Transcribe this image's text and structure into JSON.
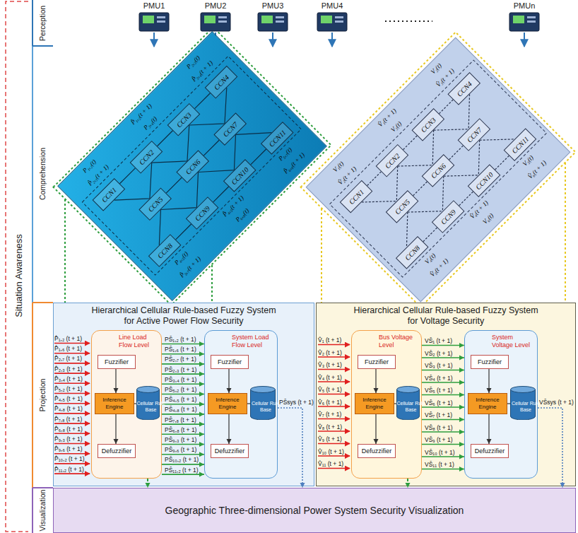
{
  "diagram": {
    "nodes": [
      {
        "text": [
          "CCN1"
        ]
      },
      {
        "text": [
          "CCN2"
        ]
      },
      {
        "text": [
          "CCN3"
        ]
      },
      {
        "text": [
          "CCN4"
        ]
      },
      {
        "text": [
          "CCN5"
        ]
      },
      {
        "text": [
          "CCN6"
        ]
      },
      {
        "text": [
          "CCN7"
        ]
      },
      {
        "text": [
          "CCN8"
        ]
      },
      {
        "text": [
          "CCN9"
        ]
      },
      {
        "text": [
          "CCN10"
        ]
      },
      {
        "text": [
          "CCN11"
        ]
      },
      {
        "text": [
          "CCN1"
        ]
      },
      {
        "text": [
          "CCN2"
        ]
      },
      {
        "text": [
          "CCN3"
        ]
      },
      {
        "text": [
          "CCN4"
        ]
      },
      {
        "text": [
          "CCN5"
        ]
      },
      {
        "text": [
          "CCN6"
        ]
      },
      {
        "text": [
          "CCN7"
        ]
      },
      {
        "text": [
          "CCN8"
        ]
      },
      {
        "text": [
          "CCN9"
        ]
      },
      {
        "text": [
          "CCN10"
        ]
      },
      {
        "text": [
          "CCN11"
        ]
      },
      {
        "text": [
          "Hierarchical Cellular Rule-based Fuzzy System for Active Power Flow Security"
        ]
      },
      {
        "text": [
          "Line Load Flow Level"
        ],
        "in": 22
      },
      {
        "text": [
          "Fuzzifier"
        ],
        "in": 23
      },
      {
        "text": [
          "Inference Engine"
        ],
        "in": 23
      },
      {
        "text": [
          "Cellular Rule Base"
        ],
        "in": 23
      },
      {
        "text": [
          "Defuzzifier"
        ],
        "in": 23
      },
      {
        "text": [
          "System Load Flow Level"
        ],
        "in": 22
      },
      {
        "text": [
          "Fuzzifier"
        ],
        "in": 28
      },
      {
        "text": [
          "Inference Engine"
        ],
        "in": 28
      },
      {
        "text": [
          "Cellular Rule Base"
        ],
        "in": 28
      },
      {
        "text": [
          "Defuzzifier"
        ],
        "in": 28
      },
      {
        "text": [
          "Hierarchical Cellular Rule-based Fuzzy System for Voltage Security"
        ]
      },
      {
        "text": [
          "Bus Voltage Level"
        ],
        "in": 33
      },
      {
        "text": [
          "Fuzzifier"
        ],
        "in": 34
      },
      {
        "text": [
          "Inference Engine"
        ],
        "in": 34
      },
      {
        "text": [
          "Cellular Rule Base"
        ],
        "in": 34
      },
      {
        "text": [
          "Defuzzifier"
        ],
        "in": 34
      },
      {
        "text": [
          "System Voltage Level"
        ],
        "in": 33
      },
      {
        "text": [
          "Fuzzifier"
        ],
        "in": 39
      },
      {
        "text": [
          "Inference Engine"
        ],
        "in": 39
      },
      {
        "text": [
          "Cellular Rule Base"
        ],
        "in": 39
      },
      {
        "text": [
          "Defuzzifier"
        ],
        "in": 39
      },
      {
        "text": [
          "Geographic Three-dimensional Power System Security Visualization"
        ]
      }
    ],
    "edges": [
      {
        "from": 24,
        "to": 25,
        "arrow": "to"
      },
      {
        "from": 25,
        "to": 27,
        "arrow": "to"
      },
      {
        "from": 26,
        "to": 25,
        "arrow": "none"
      },
      {
        "from": 29,
        "to": 30,
        "arrow": "to"
      },
      {
        "from": 30,
        "to": 32,
        "arrow": "to"
      },
      {
        "from": 31,
        "to": 30,
        "arrow": "none"
      },
      {
        "from": 35,
        "to": 36,
        "arrow": "to"
      },
      {
        "from": 36,
        "to": 38,
        "arrow": "to"
      },
      {
        "from": 37,
        "to": 36,
        "arrow": "none"
      },
      {
        "from": 40,
        "to": 41,
        "arrow": "to"
      },
      {
        "from": 41,
        "to": 43,
        "arrow": "to"
      },
      {
        "from": 42,
        "to": 41,
        "arrow": "none"
      },
      {
        "from": 23,
        "to": 28,
        "arrow": "to",
        "label": "PŜ₁,₂ (t + 1)"
      },
      {
        "from": 23,
        "to": 28,
        "arrow": "to",
        "label": "PŜ₁,₆ (t + 1)"
      },
      {
        "from": 23,
        "to": 28,
        "arrow": "to",
        "label": "PŜ₂,₇ (t + 1)"
      },
      {
        "from": 23,
        "to": 28,
        "arrow": "to",
        "label": "PŜ₂,₃ (t + 1)"
      },
      {
        "from": 23,
        "to": 28,
        "arrow": "to",
        "label": "PŜ₃,₄ (t + 1)"
      },
      {
        "from": 23,
        "to": 28,
        "arrow": "to",
        "label": "PŜ₅,₂ (t + 1)"
      },
      {
        "from": 23,
        "to": 28,
        "arrow": "to",
        "label": "PŜ₄,₅ (t + 1)"
      },
      {
        "from": 23,
        "to": 28,
        "arrow": "to",
        "label": "PŜ₄,₈ (t + 1)"
      },
      {
        "from": 23,
        "to": 28,
        "arrow": "to",
        "label": "PŜ₇,₈ (t + 1)"
      },
      {
        "from": 23,
        "to": 28,
        "arrow": "to",
        "label": "PŜ₆,₈ (t + 1)"
      },
      {
        "from": 23,
        "to": 28,
        "arrow": "to",
        "label": "PŜ₉,₃ (t + 1)"
      },
      {
        "from": 23,
        "to": 28,
        "arrow": "to",
        "label": "PŜ₉,₆ (t + 1)"
      },
      {
        "from": 23,
        "to": 28,
        "arrow": "to",
        "label": "PŜ₁₀,₂ (t + 1)"
      },
      {
        "from": 23,
        "to": 28,
        "arrow": "to",
        "label": "PŜ₁₁,₂ (t + 1)"
      },
      {
        "from": 23,
        "to": 44,
        "arrow": "to"
      },
      {
        "from": 28,
        "to": 44,
        "arrow": "to",
        "label": "PŜsys (t + 1)"
      },
      {
        "from": 34,
        "to": 39,
        "arrow": "to",
        "label": "VŜ₁ (t + 1)"
      },
      {
        "from": 34,
        "to": 39,
        "arrow": "to",
        "label": "VŜ₂ (t + 1)"
      },
      {
        "from": 34,
        "to": 39,
        "arrow": "to",
        "label": "VŜ₃ (t + 1)"
      },
      {
        "from": 34,
        "to": 39,
        "arrow": "to",
        "label": "VŜ₄ (t + 1)"
      },
      {
        "from": 34,
        "to": 39,
        "arrow": "to",
        "label": "VŜ₅ (t + 1)"
      },
      {
        "from": 34,
        "to": 39,
        "arrow": "to",
        "label": "VŜ₆ (t + 1)"
      },
      {
        "from": 34,
        "to": 39,
        "arrow": "to",
        "label": "VŜ₇ (t + 1)"
      },
      {
        "from": 34,
        "to": 39,
        "arrow": "to",
        "label": "VŜ₈ (t + 1)"
      },
      {
        "from": 34,
        "to": 39,
        "arrow": "to",
        "label": "VŜ₉ (t + 1)"
      },
      {
        "from": 34,
        "to": 39,
        "arrow": "to",
        "label": "VŜ₁₀ (t + 1)"
      },
      {
        "from": 34,
        "to": 39,
        "arrow": "to",
        "label": "VŜ₁₁ (t + 1)"
      },
      {
        "from": 34,
        "to": 44,
        "arrow": "to"
      },
      {
        "from": 39,
        "to": 44,
        "arrow": "to",
        "label": "VŜsys (t + 1)"
      }
    ],
    "labels": [
      "Situation Awareness",
      "Perception",
      "Comprehension",
      "Projection",
      "Visualization",
      "PMU1",
      "PMU2",
      "PMU3",
      "PMU4",
      "PMUn",
      "P₁,₂(t)",
      "P̂₁,₂(t + 1)",
      "P₂,₃(t)",
      "P̂₂,₃(t + 1)",
      "P₃,₄(t)",
      "P̂₃,₄(t + 1)",
      "P₄,₅(t)",
      "P̂₄,₅(t + 1)",
      "P₅,₇(t)",
      "P̂₅,₇(t + 1)",
      "P₆,₈(t)",
      "P̂₆,₈(t + 1)",
      "V₁(t)",
      "V̂₁(t + 1)",
      "V₂(t)",
      "V̂₂(t + 1)",
      "V₃(t)",
      "V̂₃(t + 1)",
      "V₄(t)",
      "V̂₄(t + 1)",
      "V₅(t)",
      "V̂₅(t + 1)",
      "V₆(t)",
      "V̂₆(t + 1)",
      "P̂₁,₂ (t + 1)",
      "P̂₁,₆ (t + 1)",
      "P̂₂,₇ (t + 1)",
      "P̂₂,₃ (t + 1)",
      "P̂₃,₄ (t + 1)",
      "P̂₅,₂ (t + 1)",
      "P̂₄,₅ (t + 1)",
      "P̂₄,₈ (t + 1)",
      "P̂₇,₈ (t + 1)",
      "P̂₆,₈ (t + 1)",
      "P̂₉,₃ (t + 1)",
      "P̂₉,₆ (t + 1)",
      "P̂₁₀,₂ (t + 1)",
      "P̂₁₁,₂ (t + 1)",
      "V̂₁ (t + 1)",
      "V̂₂ (t + 1)",
      "V̂₃ (t + 1)",
      "V̂₄ (t + 1)",
      "V̂₅ (t + 1)",
      "V̂₆ (t + 1)",
      "V̂₇ (t + 1)",
      "V̂₈ (t + 1)",
      "V̂₉ (t + 1)",
      "V̂₁₀ (t + 1)",
      "V̂₁₁ (t + 1)"
    ]
  }
}
